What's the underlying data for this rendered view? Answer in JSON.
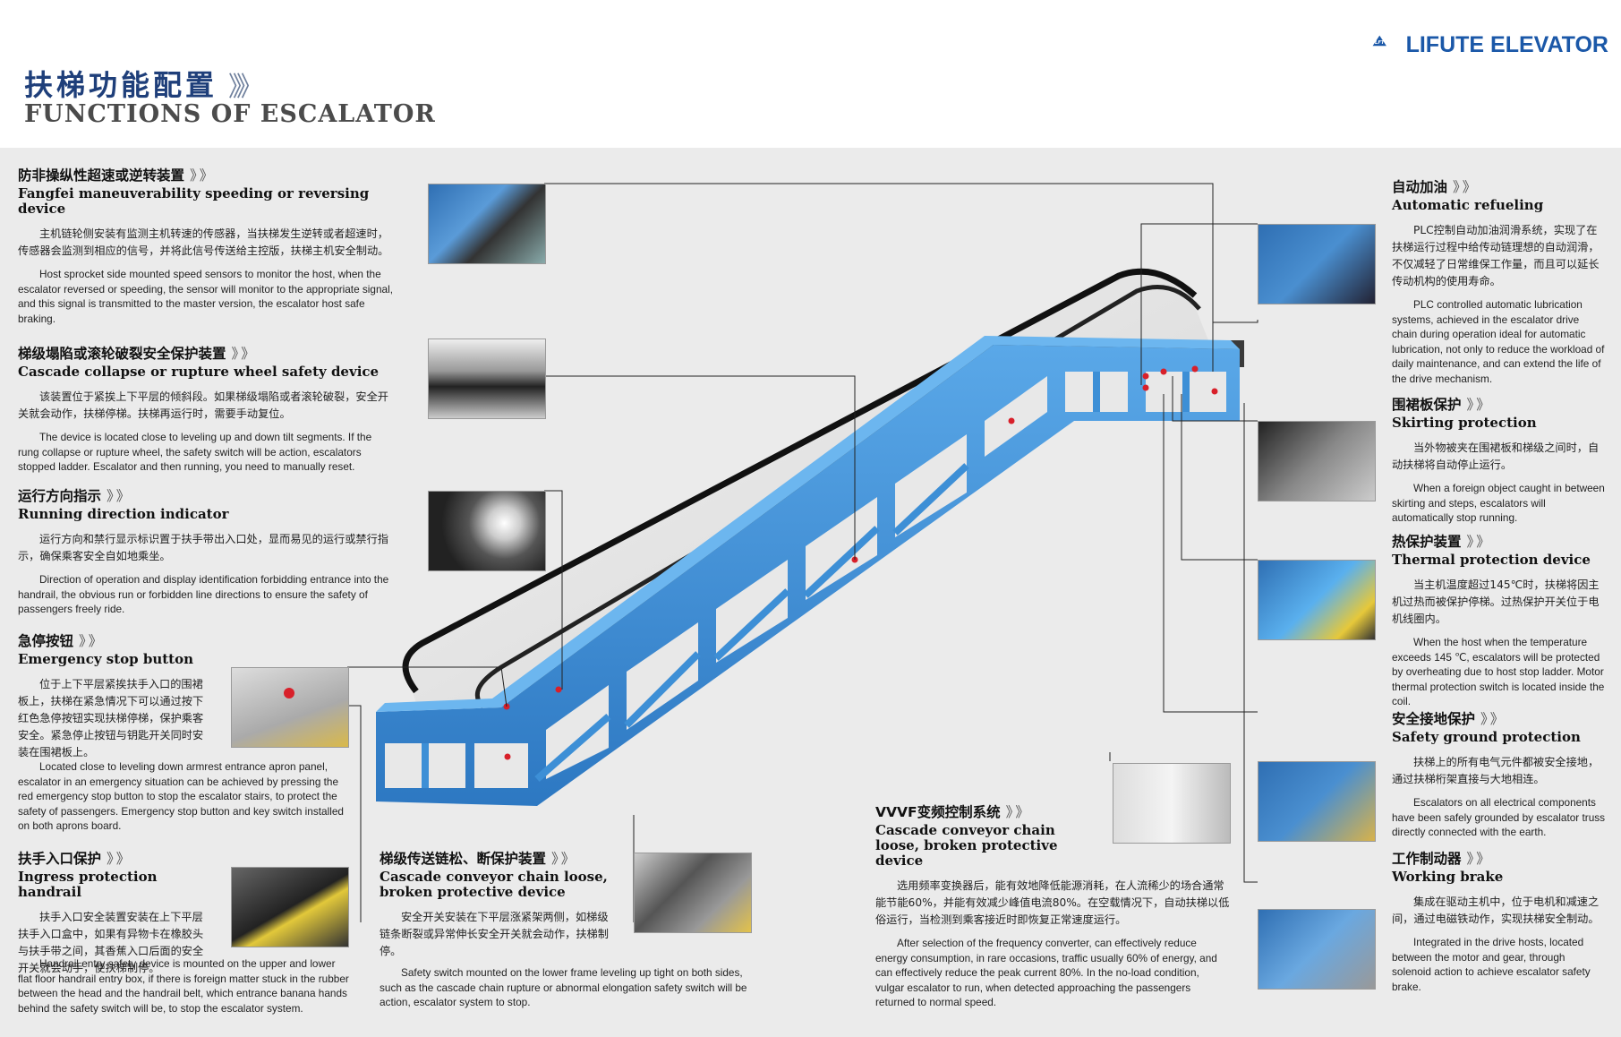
{
  "header": {
    "title_cn": "扶梯功能配置",
    "title_arrow": "》》",
    "title_en": "FUNCTIONS OF ESCALATOR",
    "logo_mark": "LFT",
    "logo_text": "LIFUTE ELEVATOR"
  },
  "arrow": "》",
  "left": [
    {
      "cn_h": "防非操纵性超速或逆转装置",
      "en_h": "Fangfei maneuverability speeding or reversing device",
      "cn_b": "主机链轮侧安装有监测主机转速的传感器，当扶梯发生逆转或者超速时，传感器会监测到相应的信号，并将此信号传送给主控版，扶梯主机安全制动。",
      "en_b": "Host sprocket side mounted speed sensors to monitor the host, when the escalator reversed or speeding, the sensor will monitor to the appropriate signal, and this signal is transmitted to the master version, the escalator host safe braking."
    },
    {
      "cn_h": "梯级塌陷或滚轮破裂安全保护装置",
      "en_h": "Cascade collapse or rupture wheel safety device",
      "cn_b": "该装置位于紧挨上下平层的倾斜段。如果梯级塌陷或者滚轮破裂，安全开关就会动作，扶梯停梯。扶梯再运行时，需要手动复位。",
      "en_b": "The device is located close to leveling up and down tilt segments. If the rung collapse or rupture wheel, the safety switch will be action, escalators stopped ladder. Escalator and then running, you need to manually reset."
    },
    {
      "cn_h": "运行方向指示",
      "en_h": "Running direction indicator",
      "cn_b": "运行方向和禁行显示标识置于扶手带出入口处，显而易见的运行或禁行指示，确保乘客安全自如地乘坐。",
      "en_b": "Direction of operation and display identification forbidding entrance into the handrail, the obvious run or forbidden line directions to ensure the safety of passengers freely ride."
    },
    {
      "cn_h": "急停按钮",
      "en_h": "Emergency stop button",
      "cn_b": "位于上下平层紧挨扶手入口的围裙板上，扶梯在紧急情况下可以通过按下红色急停按钮实现扶梯停梯，保护乘客安全。紧急停止按钮与钥匙开关同时安装在围裙板上。",
      "en_b": "Located close to leveling down armrest entrance apron panel, escalator in an emergency situation can be achieved by pressing the red emergency stop button to stop the escalator stairs, to protect the safety of passengers. Emergency stop button and key switch installed on both aprons board."
    },
    {
      "cn_h": "扶手入口保护",
      "en_h": "Ingress protection handrail",
      "cn_b": "扶手入口安全装置安装在上下平层扶手入口盒中，如果有异物卡在橡胶头与扶手带之间，其香蕉入口后面的安全开关就会动手，使扶梯制停。",
      "en_b": "Handrail entry safety device is mounted on the upper and lower flat floor handrail entry box, if there is foreign matter stuck in the rubber between the head and the handrail belt, which entrance banana hands behind the safety switch will be, to stop the escalator system."
    }
  ],
  "bottom_mid": {
    "cn_h": "梯级传送链松、断保护装置",
    "en_h": "Cascade conveyor chain loose, broken protective device",
    "cn_b": "安全开关安装在下平层涨紧架两侧，如梯级链条断裂或异常伸长安全开关就会动作，扶梯制停。",
    "en_b": "Safety switch mounted on the lower frame leveling up tight on both sides, such as the cascade chain rupture or abnormal elongation safety switch will be action, escalator system to stop."
  },
  "vvvf": {
    "cn_h": "VVVF变频控制系统",
    "en_h": "Cascade conveyor chain loose, broken protective device",
    "cn_b": "选用频率变换器后，能有效地降低能源消耗，在人流稀少的场合通常能节能60%，并能有效减少峰值电流80%。在空载情况下，自动扶梯以低俗运行，当检测到乘客接近时即恢复正常速度运行。",
    "en_b": "After selection of the frequency converter, can effectively reduce energy consumption, in rare occasions, traffic usually 60% of energy, and can effectively reduce the peak current 80%. In the no-load condition, vulgar escalator to run, when detected approaching the passengers returned to normal speed."
  },
  "right": [
    {
      "cn_h": "自动加油",
      "en_h": "Automatic refueling",
      "cn_b": "PLC控制自动加油润滑系统，实现了在扶梯运行过程中给传动链理想的自动润滑，不仅减轻了日常维保工作量，而且可以延长传动机构的使用寿命。",
      "en_b": "PLC controlled automatic lubrication systems, achieved in the escalator drive chain during operation ideal for automatic lubrication, not only to reduce the workload of daily maintenance, and can extend the life of the drive mechanism."
    },
    {
      "cn_h": "围裙板保护",
      "en_h": "Skirting protection",
      "cn_b": "当外物被夹在围裙板和梯级之间时，自动扶梯将自动停止运行。",
      "en_b": "When a foreign object caught in between skirting and steps, escalators will automatically stop running."
    },
    {
      "cn_h": "热保护装置",
      "en_h": "Thermal protection device",
      "cn_b": "当主机温度超过145℃时，扶梯将因主机过热而被保护停梯。过热保护开关位于电机线圈内。",
      "en_b": "When the host when the temperature exceeds 145 ℃, escalators will be protected by overheating due to host stop ladder. Motor thermal protection switch is located inside the coil."
    },
    {
      "cn_h": "安全接地保护",
      "en_h": "Safety ground protection",
      "cn_b": "扶梯上的所有电气元件都被安全接地，通过扶梯桁架直接与大地相连。",
      "en_b": "Escalators on all electrical components have been safely grounded by escalator truss directly connected with the earth."
    },
    {
      "cn_h": "工作制动器",
      "en_h": "Working brake",
      "cn_b": "集成在驱动主机中，位于电机和减速之间，通过电磁铁动作，实现扶梯安全制动。",
      "en_b": "Integrated in the drive hosts, located between the motor and gear, through solenoid action to achieve escalator safety brake."
    }
  ],
  "colors": {
    "truss_blue": "#3d8fd6",
    "title_blue": "#1f3f7a",
    "logo_blue": "#1b58a8",
    "marker_red": "#d8202a"
  }
}
